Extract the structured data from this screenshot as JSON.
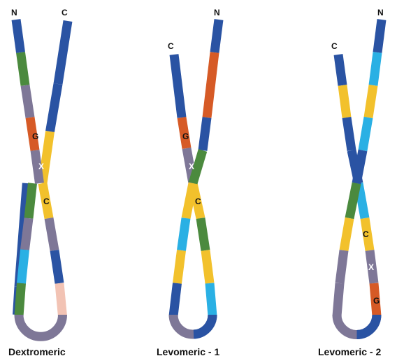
{
  "colors": {
    "blue": "#2a53a3",
    "green": "#4b8a3e",
    "purple": "#7e7797",
    "orange": "#d65a26",
    "yellow": "#f2c12c",
    "cyan": "#2ab0e4",
    "pink": "#f2c3b4"
  },
  "panels": [
    {
      "caption": "Dextromeric",
      "end_labels": {
        "left_top": "N",
        "right_top": "C"
      },
      "marks": {
        "g": "G",
        "x": "X",
        "c": "C"
      }
    },
    {
      "caption": "Levomeric - 1",
      "end_labels": {
        "left_top": "C",
        "right_top": "N"
      },
      "marks": {
        "g": "G",
        "x": "X",
        "c": "C"
      }
    },
    {
      "caption": "Levomeric - 2",
      "end_labels": {
        "left_top": "C",
        "right_top": "N"
      },
      "marks": {
        "c": "C",
        "x": "X",
        "g": "G"
      }
    }
  ]
}
